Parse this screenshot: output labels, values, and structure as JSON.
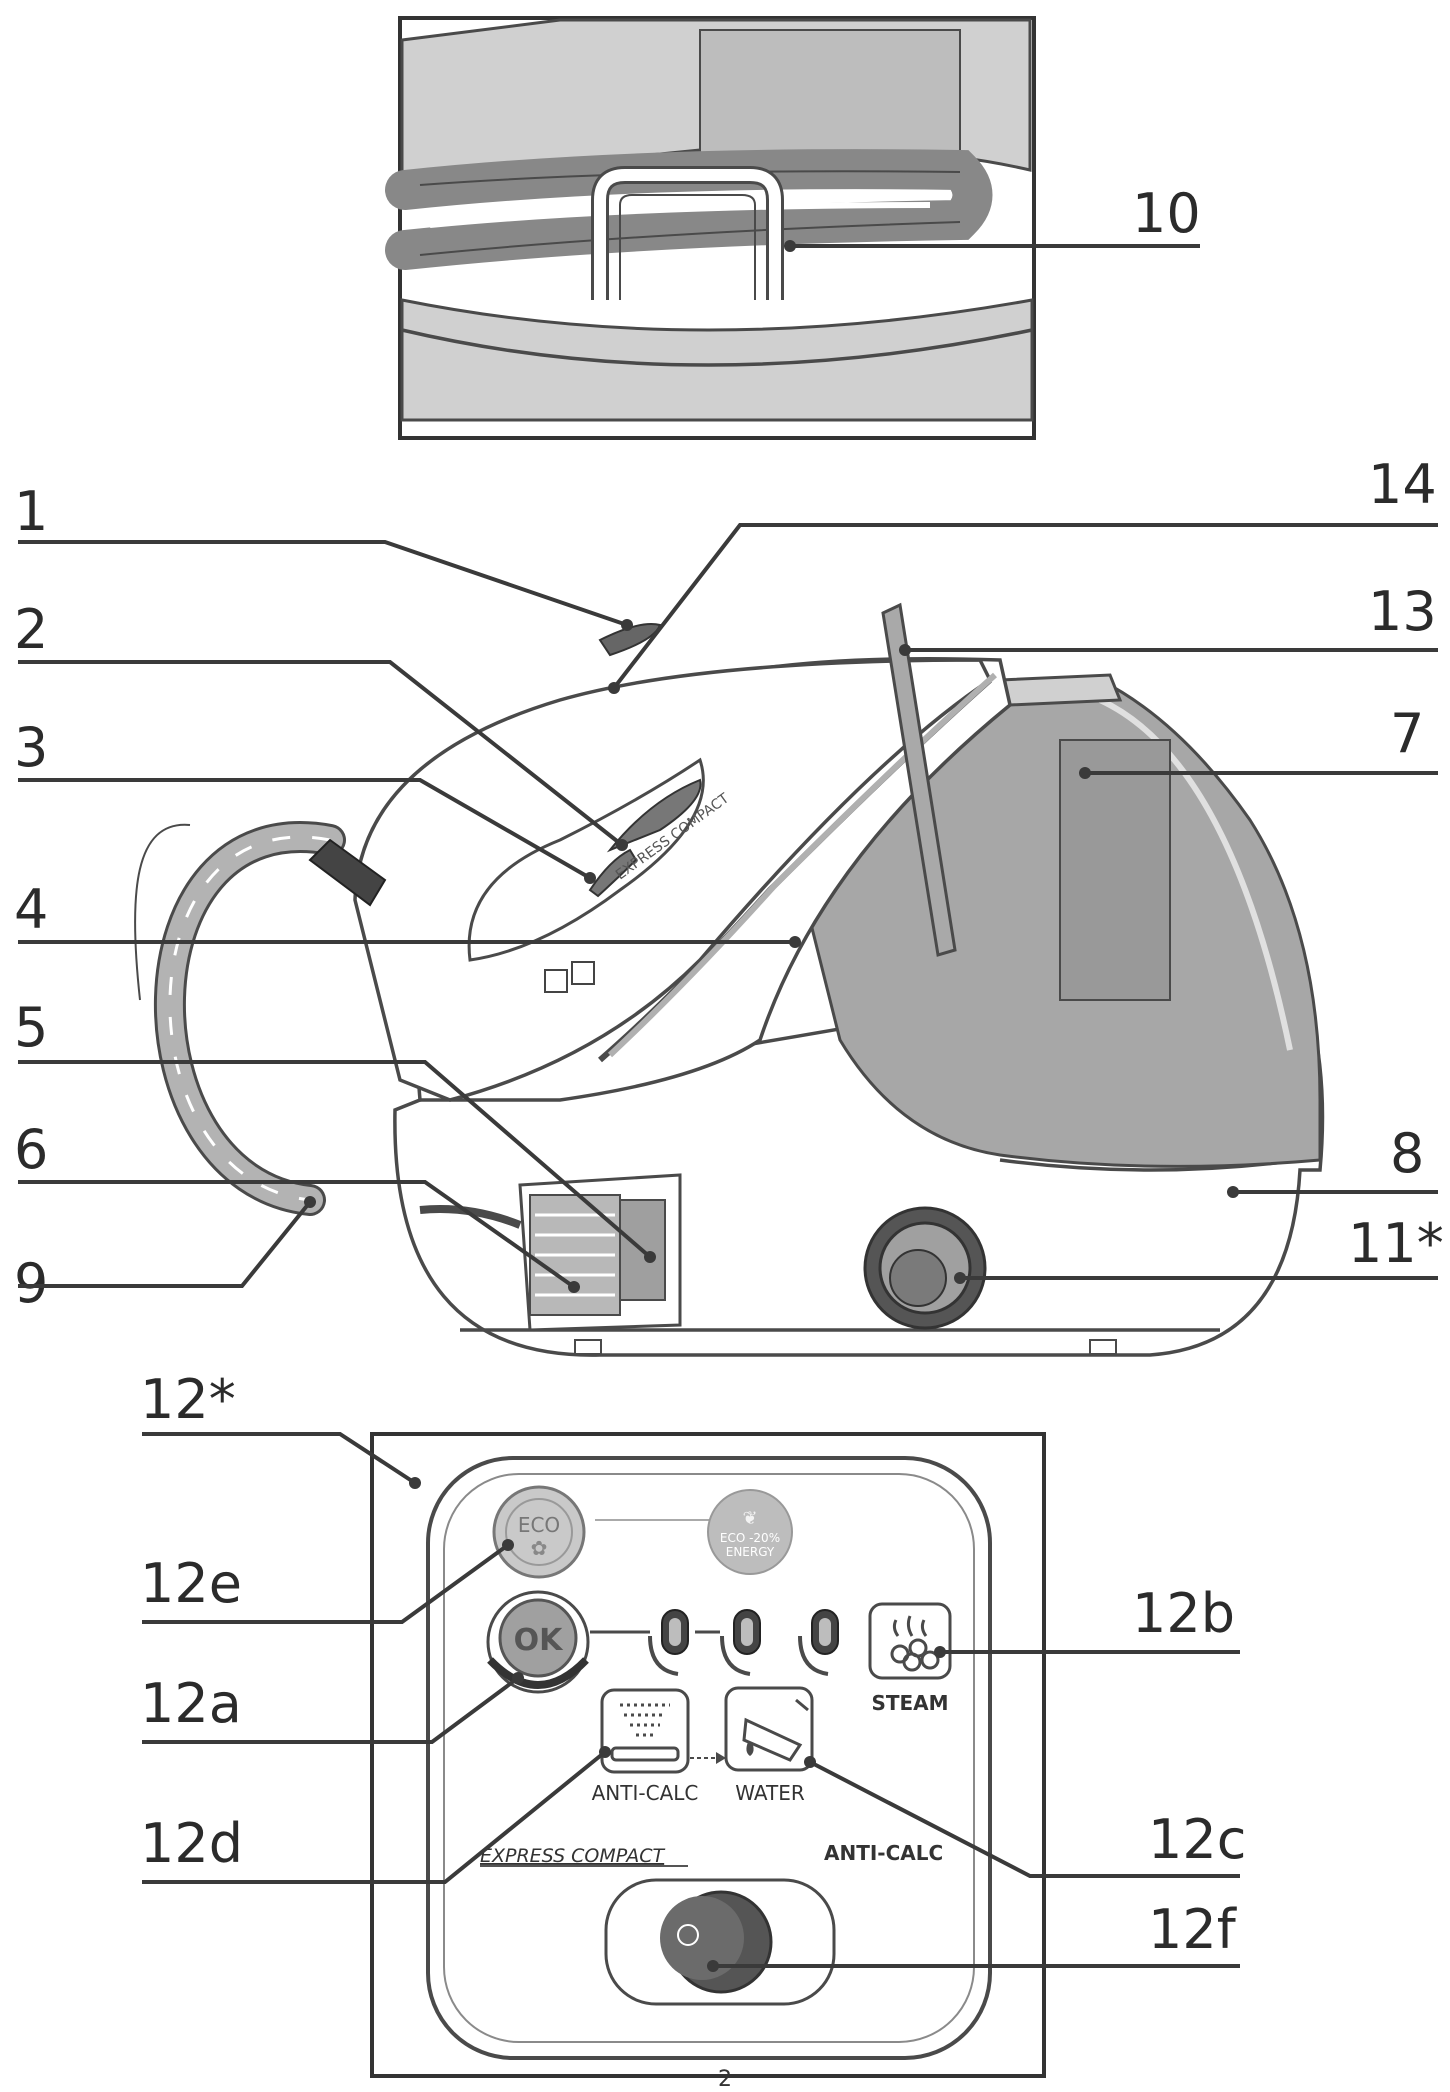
{
  "labels": {
    "l1": "1",
    "l2": "2",
    "l3": "3",
    "l4": "4",
    "l5": "5",
    "l6": "6",
    "l7": "7",
    "l8": "8",
    "l9": "9",
    "l10": "10",
    "l11": "11*",
    "l12": "12*",
    "l12a": "12a",
    "l12b": "12b",
    "l12c": "12c",
    "l12d": "12d",
    "l12e": "12e",
    "l12f": "12f",
    "l13": "13",
    "l14": "14"
  },
  "iron": {
    "model_text": "EXPRESS COMPACT"
  },
  "panel": {
    "eco": "ECO",
    "eco_energy_line1": "ECO -20%",
    "eco_energy_line2": "ENERGY",
    "ok": "OK",
    "steam": "STEAM",
    "anti_calc": "ANTI-CALC",
    "water": "WATER",
    "model": "EXPRESS COMPACT",
    "anti_calc_brand": "ANTI-CALC"
  },
  "page_number": "2",
  "colors": {
    "line": "#3a3a3a",
    "grey": "#a7a7a7",
    "light_grey": "#d0d0d0"
  }
}
